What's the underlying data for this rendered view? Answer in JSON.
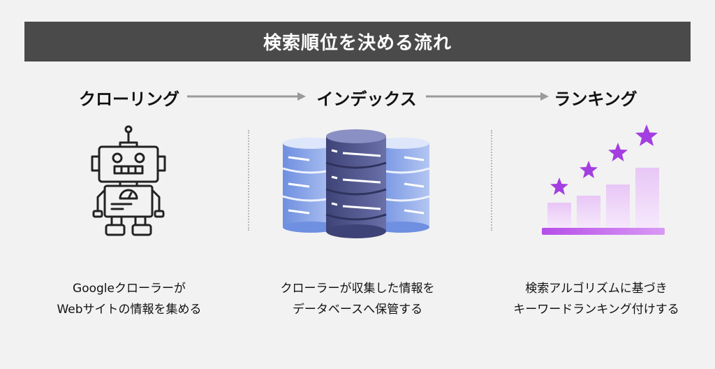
{
  "title": "検索順位を決める流れ",
  "steps": [
    {
      "label": "クローリング",
      "icon": "robot-icon",
      "desc_lines": [
        "Googleクローラーが",
        "Webサイトの情報を集める"
      ]
    },
    {
      "label": "インデックス",
      "icon": "database-server-icon",
      "desc_lines": [
        "クローラーが収集した情報を",
        "データベースへ保管する"
      ]
    },
    {
      "label": "ランキング",
      "icon": "ranking-stars-icon",
      "desc_lines": [
        "検索アルゴリズムに基づき",
        "キーワードランキング付けする"
      ]
    }
  ],
  "colors": {
    "banner": "#4a4a4a",
    "arrow": "#9a9a9a",
    "database_light": "#7c98e0",
    "database_dark": "#4a4f86",
    "ranking_purple": "#a33ee0"
  }
}
